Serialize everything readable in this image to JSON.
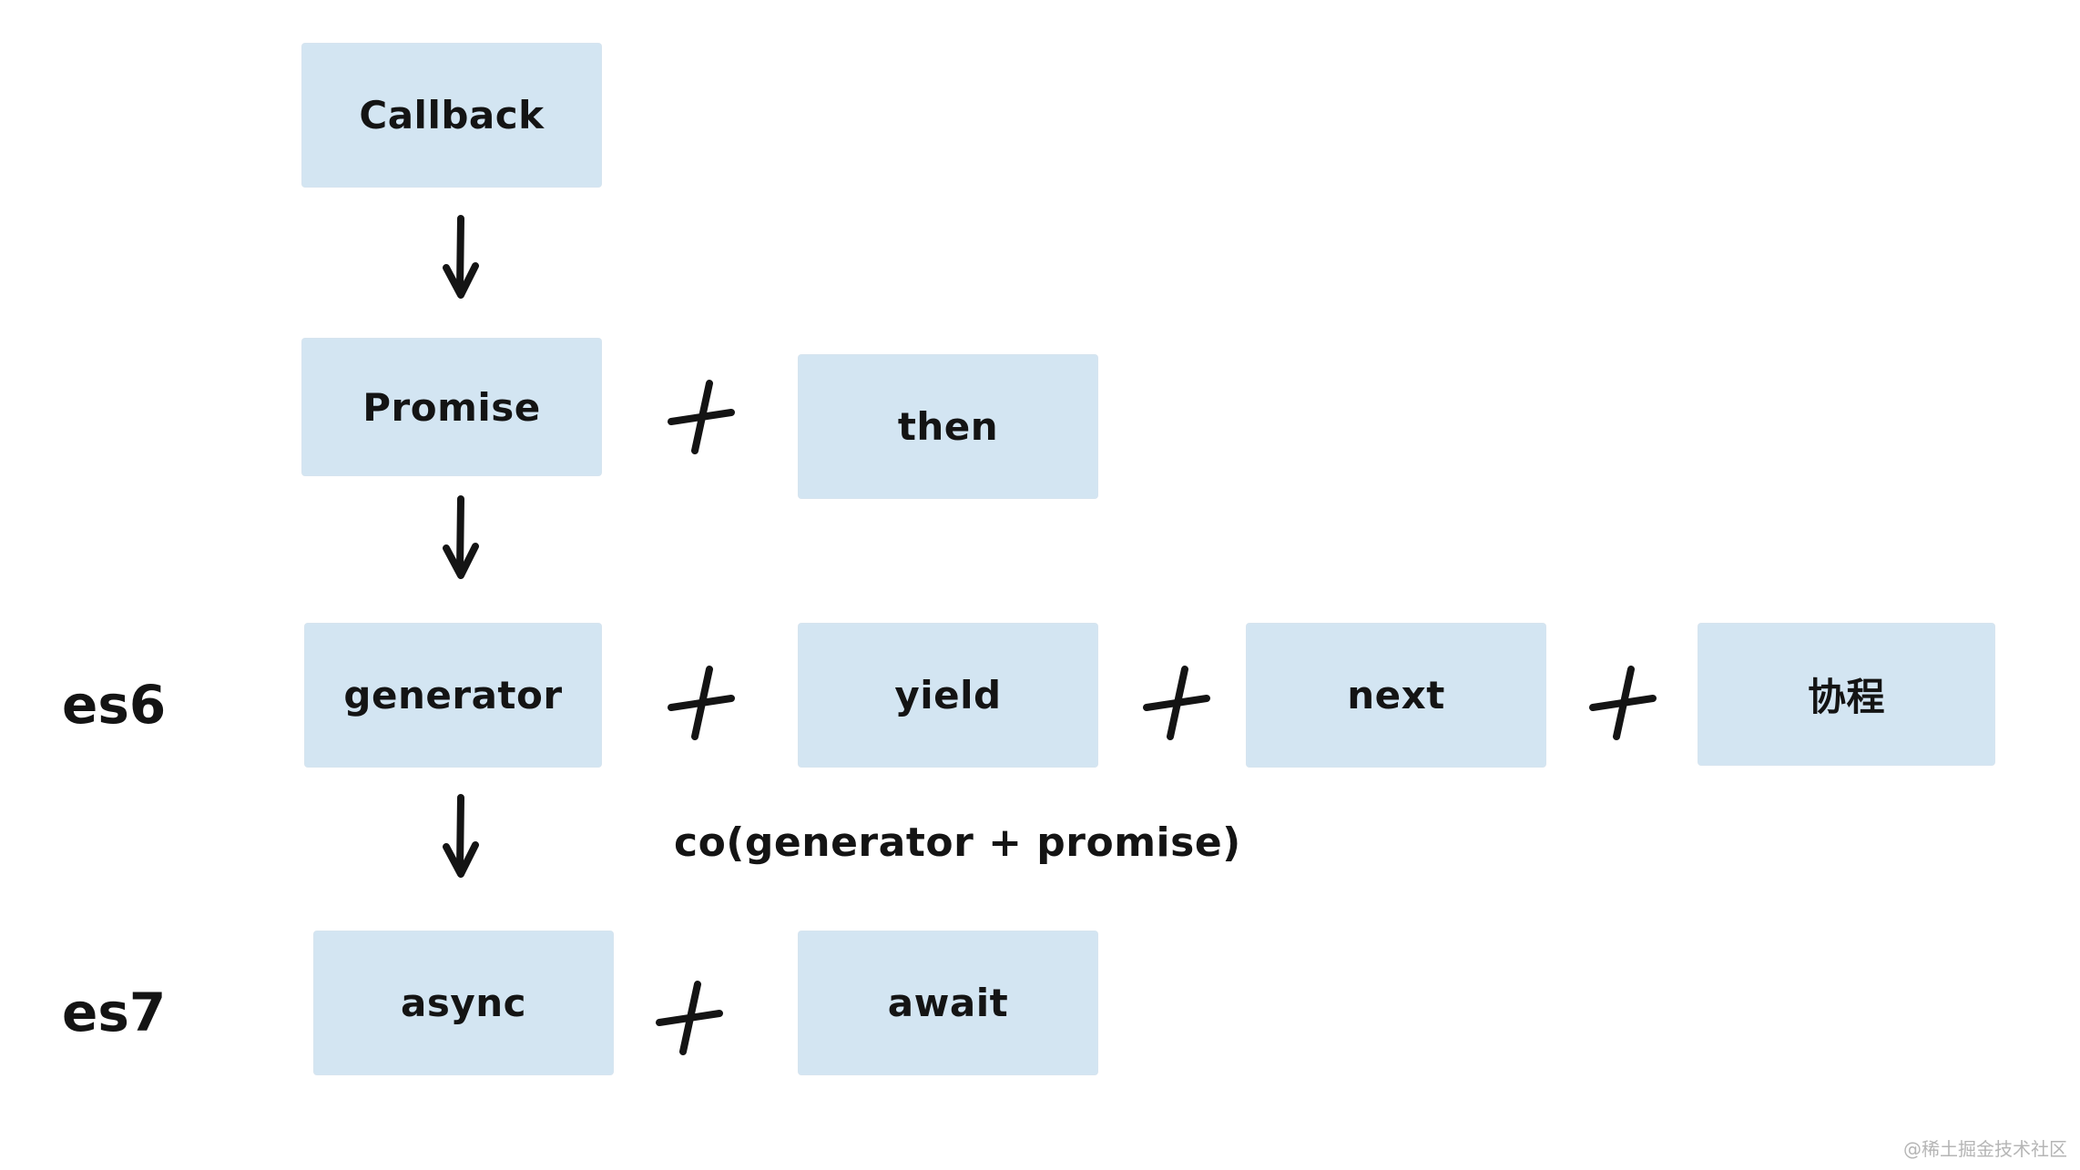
{
  "diagram": {
    "nodes": [
      {
        "id": "callback",
        "label": "Callback"
      },
      {
        "id": "promise",
        "label": "Promise"
      },
      {
        "id": "then",
        "label": "then"
      },
      {
        "id": "generator",
        "label": "generator"
      },
      {
        "id": "yield",
        "label": "yield"
      },
      {
        "id": "next",
        "label": "next"
      },
      {
        "id": "coroutine",
        "label": "协程"
      },
      {
        "id": "async",
        "label": "async"
      },
      {
        "id": "await",
        "label": "await"
      }
    ],
    "row_labels": [
      {
        "id": "es6",
        "label": "es6"
      },
      {
        "id": "es7",
        "label": "es7"
      }
    ],
    "arrows": [
      {
        "from": "Callback",
        "to": "Promise"
      },
      {
        "from": "Promise",
        "to": "generator"
      },
      {
        "from": "generator",
        "to": "async"
      }
    ],
    "plus_icon": "+",
    "annotation": "co(generator + promise)",
    "watermark": "@稀土掘金技术社区",
    "colors": {
      "box_fill": "#d3e5f2",
      "text": "#141414",
      "watermark": "#b5b5b5"
    }
  }
}
